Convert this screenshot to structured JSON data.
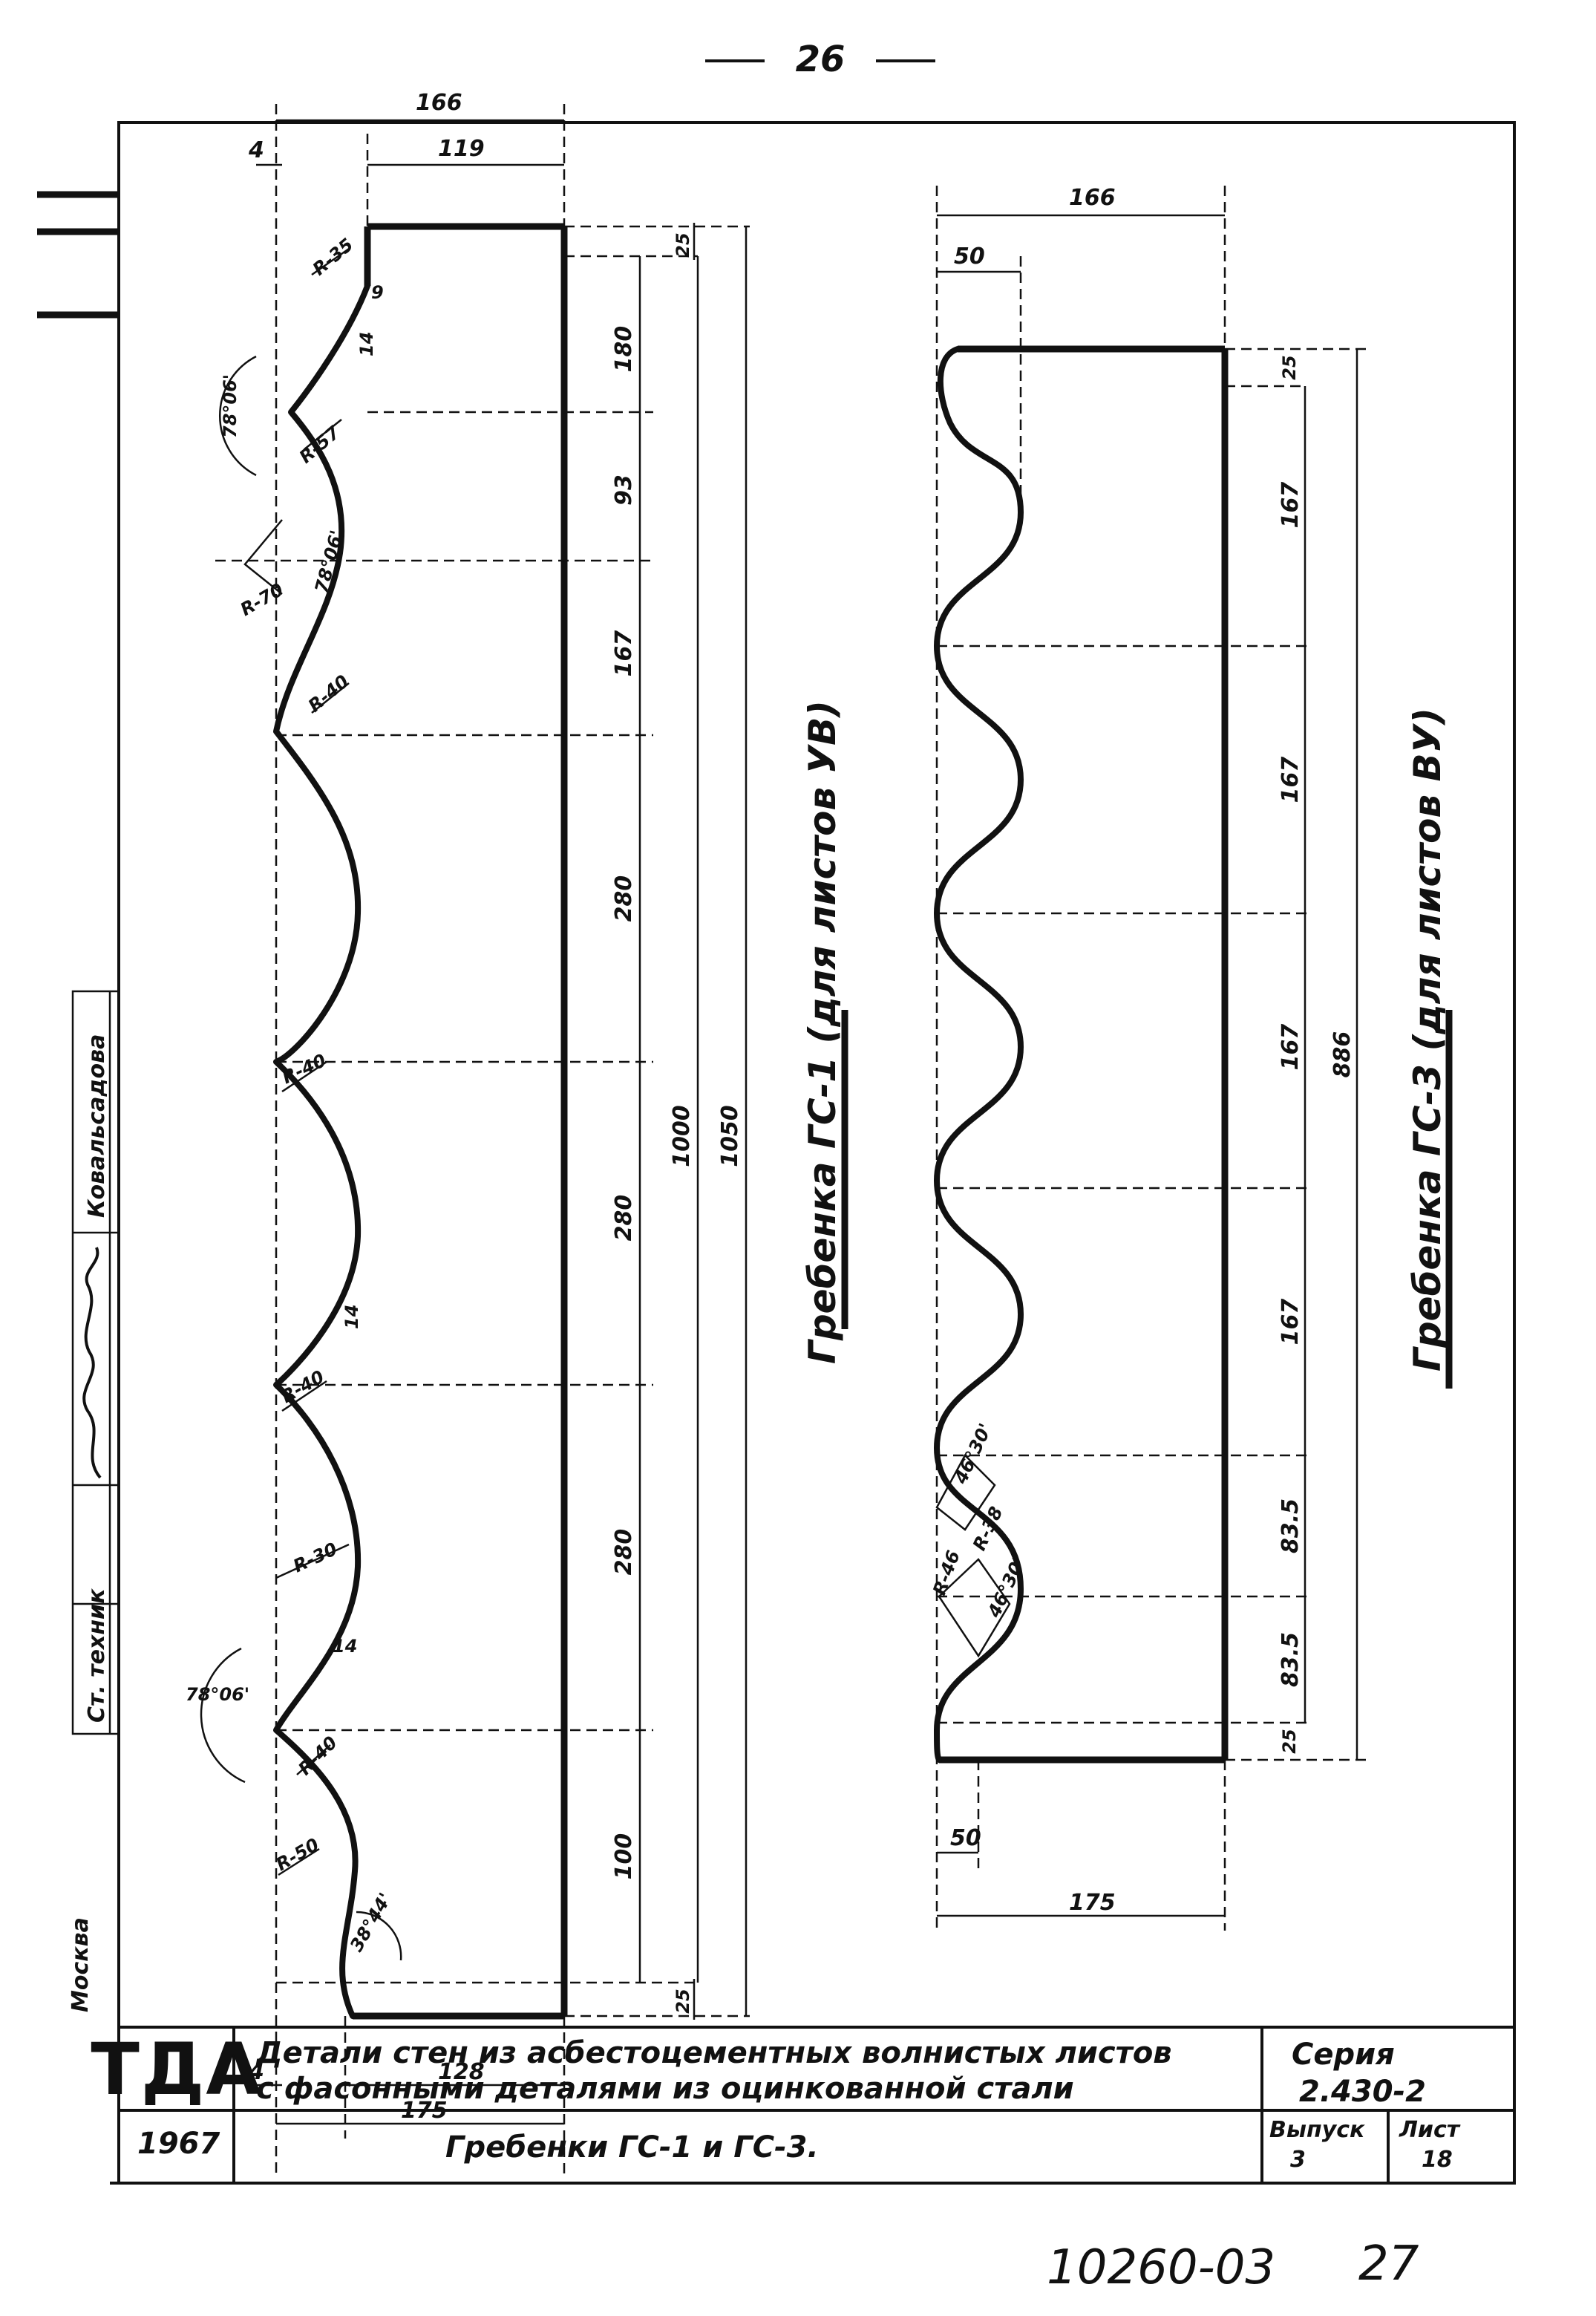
{
  "page_number": "26",
  "stamp_number": "10260-03",
  "stamp_sheet": "27",
  "left_margin": {
    "city": "Москва",
    "role": "Ст. техник",
    "name": "Ковальсадова"
  },
  "comb_gs1": {
    "title": "Гребенка ГС-1 (для листов УВ)",
    "dims_top": [
      "166",
      "119",
      "4",
      "25"
    ],
    "dims_bottom": [
      "128",
      "175",
      "4",
      "25"
    ],
    "dims_segments": [
      "180",
      "93",
      "167",
      "280",
      "280",
      "280",
      "100"
    ],
    "dims_totals": [
      "1000",
      "1050"
    ],
    "radii": [
      "R-35",
      "R-57",
      "R-70",
      "R-40",
      "R-40",
      "R-40",
      "R-30",
      "R-40",
      "R-50"
    ],
    "angles": [
      "78°06'",
      "78°06'",
      "78°06'",
      "38°44'"
    ],
    "small": [
      "9",
      "14",
      "14",
      "14"
    ]
  },
  "comb_gs3": {
    "title": "Гребенка ГС-3 (для листов ВУ)",
    "dims_top": [
      "166",
      "50",
      "25"
    ],
    "dims_bottom": [
      "50",
      "175",
      "25"
    ],
    "dims_segments": [
      "167",
      "167",
      "167",
      "167",
      "83.5",
      "83.5"
    ],
    "dims_total": "886",
    "radii": [
      "R-38",
      "R-46"
    ],
    "angles": [
      "46°30'",
      "46°30'"
    ]
  },
  "title_block": {
    "org": "ТДА",
    "description_line1": "Детали стен из асбестоцементных волнистых листов",
    "description_line2": "с фасонными деталями из оцинкованной стали",
    "series_label": "Серия",
    "series_value": "2.430-2",
    "year": "1967",
    "sheet_title": "Гребенки ГС-1 и ГС-3.",
    "issue_label": "Выпуск",
    "issue_value": "3",
    "sheet_label": "Лист",
    "sheet_value": "18"
  }
}
